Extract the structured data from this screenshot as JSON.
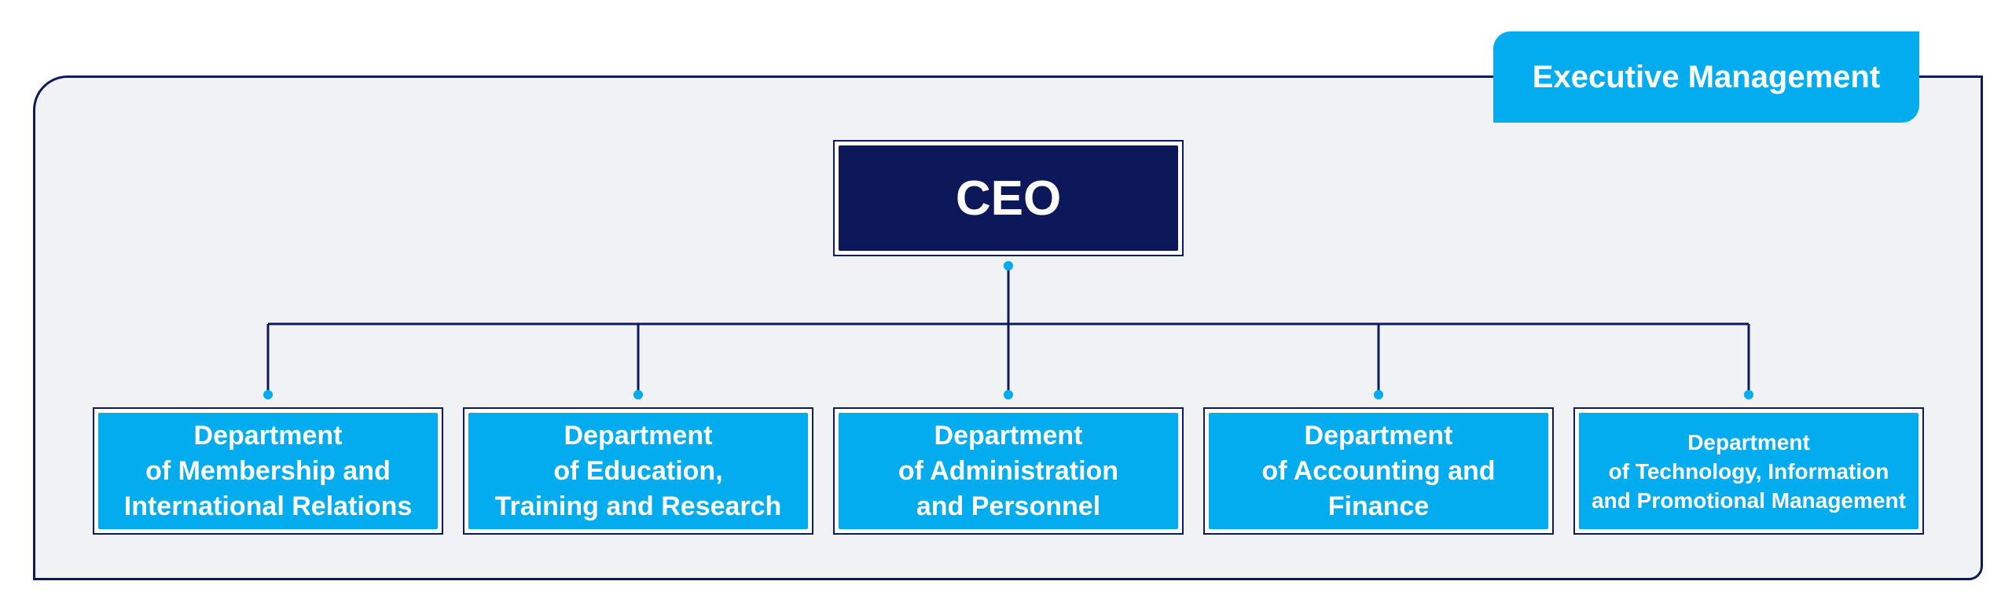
{
  "diagram": {
    "group_label": "Executive Management",
    "root": {
      "label": "CEO"
    },
    "departments": [
      {
        "label": "Department\nof Membership and\nInternational Relations"
      },
      {
        "label": "Department\nof Education,\nTraining and Research"
      },
      {
        "label": "Department\nof Administration\nand Personnel"
      },
      {
        "label": "Department\nof Accounting and\nFinance"
      },
      {
        "label": "Department\nof Technology, Information\nand Promotional Management"
      }
    ],
    "colors": {
      "frame_border": "#0d1a5c",
      "frame_fill": "#f1f2f6",
      "root_fill": "#0c185a",
      "department_fill": "#02acee",
      "connector_line": "#0d1a5c",
      "connector_dot": "#02acee"
    }
  }
}
